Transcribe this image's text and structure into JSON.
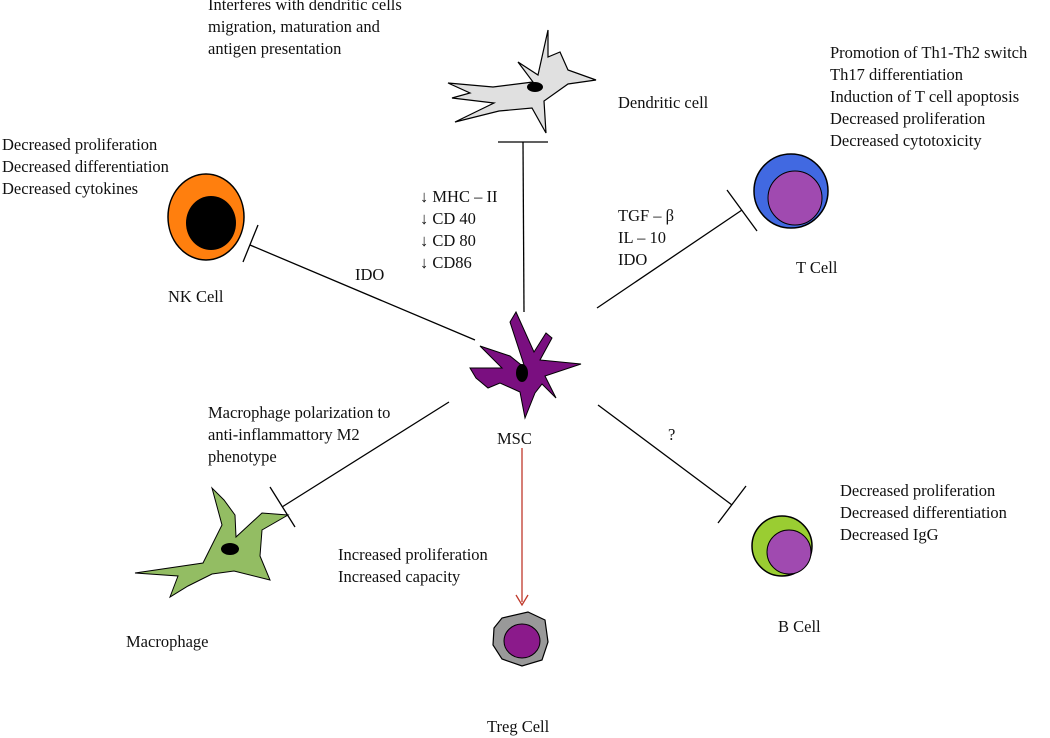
{
  "colors": {
    "mscFill": "#7a0f80",
    "dendriticFill": "#e0e0e0",
    "nkOuter": "#ff7f0e",
    "tOuter": "#4169e1",
    "bOuter": "#9acd32",
    "innerPurple": "#a04ab0",
    "macrophageFill": "#93bd63",
    "tregOuter": "#999999",
    "tregInner": "#8b1a8b",
    "redArrow": "#c0392b"
  },
  "cells": {
    "msc": "MSC",
    "dendritic": "Dendritic cell",
    "nk": "NK Cell",
    "t": "T Cell",
    "b": "B Cell",
    "macrophage": "Macrophage",
    "treg": "Treg Cell"
  },
  "effects": {
    "dendritic": [
      "Interferes with dendritic cells",
      "migration, maturation and",
      "antigen presentation"
    ],
    "t": [
      "Promotion of Th1-Th2 switch",
      "Th17 differentiation",
      "Induction of T cell apoptosis",
      "Decreased proliferation",
      "Decreased cytotoxicity"
    ],
    "nk": [
      "Decreased proliferation",
      "Decreased differentiation",
      "Decreased cytokines"
    ],
    "macrophage": [
      "Macrophage polarization to",
      "anti-inflammattory M2",
      "phenotype"
    ],
    "b": [
      "Decreased proliferation",
      "Decreased differentiation",
      "Decreased IgG"
    ],
    "treg": [
      "Increased proliferation",
      "Increased capacity"
    ]
  },
  "mediators": {
    "dendritic": [
      "↓ MHC – II",
      "↓ CD 40",
      "↓ CD 80",
      "↓ CD86"
    ],
    "t": [
      "TGF – β",
      "IL – 10",
      "IDO"
    ],
    "nk": "IDO",
    "b": "?"
  }
}
